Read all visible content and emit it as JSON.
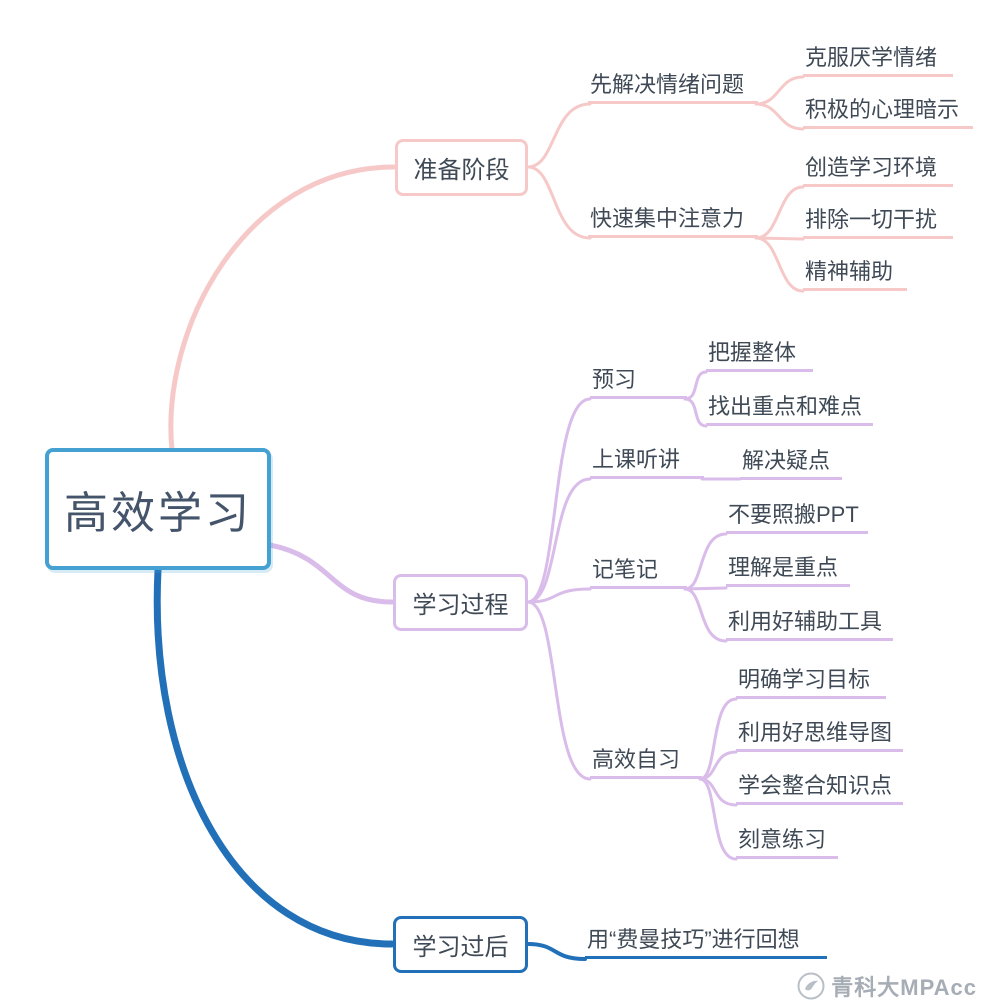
{
  "colors": {
    "root_border": "#45a1d2",
    "branch_pink": "#f6c9c8",
    "branch_purple": "#d9bce9",
    "branch_blue": "#2170b8",
    "text": "#3f4a56",
    "watermark_text": "#a6adb5"
  },
  "root": {
    "label": "高效学习"
  },
  "branches": [
    {
      "label": "准备阶段",
      "color": "#f6c9c8",
      "children": [
        {
          "label": "先解决情绪问题",
          "children": [
            {
              "label": "克服厌学情绪"
            },
            {
              "label": "积极的心理暗示"
            }
          ]
        },
        {
          "label": "快速集中注意力",
          "children": [
            {
              "label": "创造学习环境"
            },
            {
              "label": "排除一切干扰"
            },
            {
              "label": "精神辅助"
            }
          ]
        }
      ]
    },
    {
      "label": "学习过程",
      "color": "#d9bce9",
      "children": [
        {
          "label": "预习",
          "children": [
            {
              "label": "把握整体"
            },
            {
              "label": "找出重点和难点"
            }
          ]
        },
        {
          "label": "上课听讲",
          "children": [
            {
              "label": "解决疑点"
            }
          ]
        },
        {
          "label": "记笔记",
          "children": [
            {
              "label": "不要照搬PPT"
            },
            {
              "label": "理解是重点"
            },
            {
              "label": "利用好辅助工具"
            }
          ]
        },
        {
          "label": "高效自习",
          "children": [
            {
              "label": "明确学习目标"
            },
            {
              "label": "利用好思维导图"
            },
            {
              "label": "学会整合知识点"
            },
            {
              "label": "刻意练习"
            }
          ]
        }
      ]
    },
    {
      "label": "学习过后",
      "color": "#2170b8",
      "children": [
        {
          "label": "用“费曼技巧”进行回想"
        }
      ]
    }
  ],
  "watermark": {
    "label": "青科大MPAcc"
  }
}
